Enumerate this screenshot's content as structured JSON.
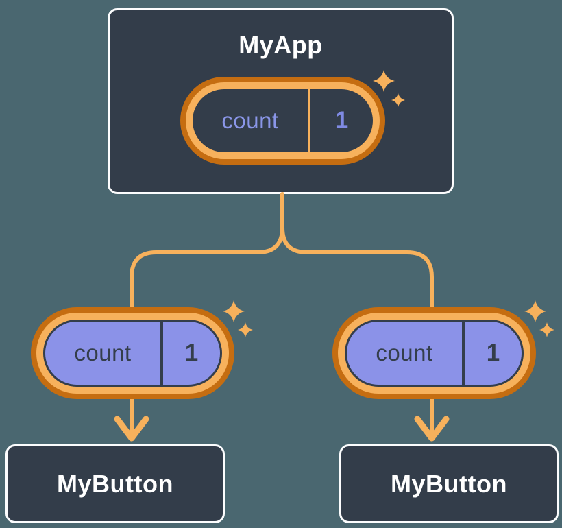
{
  "diagram": {
    "description": "Component tree: parent state shared down to two children",
    "root": {
      "title": "MyApp",
      "state": {
        "label": "count",
        "value": "1"
      }
    },
    "children": [
      {
        "title": "MyButton",
        "state": {
          "label": "count",
          "value": "1"
        }
      },
      {
        "title": "MyButton",
        "state": {
          "label": "count",
          "value": "1"
        }
      }
    ]
  },
  "colors": {
    "background": "#4A6770",
    "node_fill": "#333D4A",
    "node_border": "#FCFDFE",
    "node_text": "#FFFFFF",
    "ring_outer_orange": "#C56D11",
    "ring_inner_orange": "#F7B15C",
    "connector_orange": "#F7B15C",
    "state_fill_child": "#8B92E8",
    "state_text_root": "#8A96E8",
    "state_text_child": "#343E4B"
  }
}
